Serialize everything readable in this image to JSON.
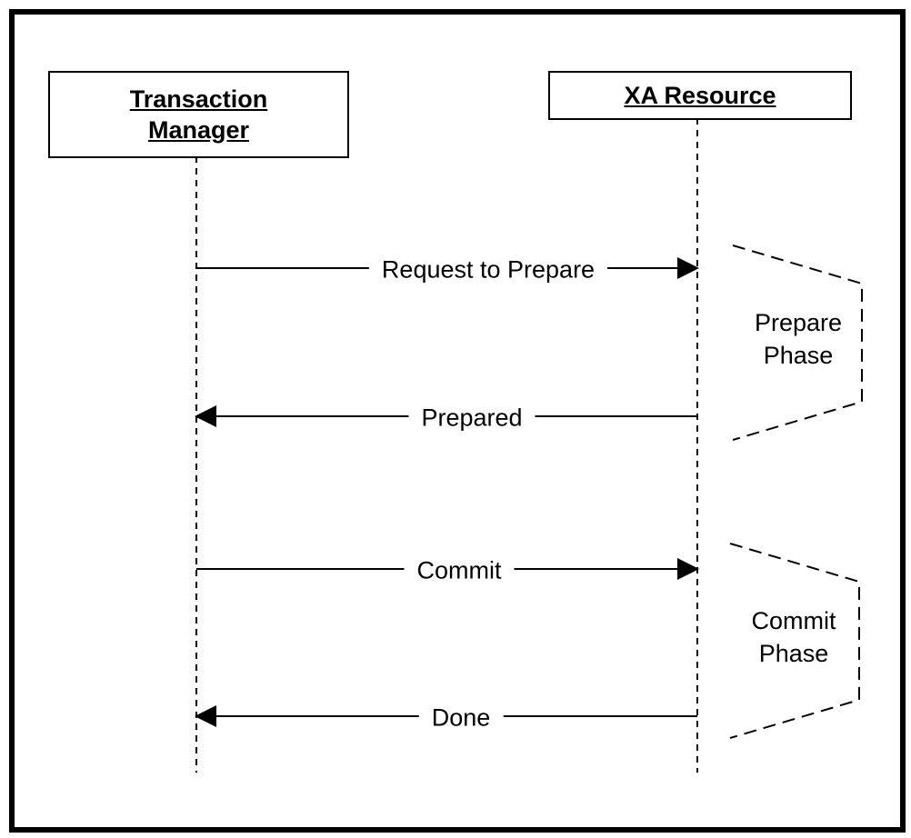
{
  "participants": {
    "transaction_manager": {
      "line1": "Transaction",
      "line2": "Manager"
    },
    "xa_resource": {
      "label": "XA Resource"
    }
  },
  "messages": [
    {
      "label": "Request to Prepare",
      "from": "transaction_manager",
      "to": "xa_resource"
    },
    {
      "label": "Prepared",
      "from": "xa_resource",
      "to": "transaction_manager"
    },
    {
      "label": "Commit",
      "from": "transaction_manager",
      "to": "xa_resource"
    },
    {
      "label": "Done",
      "from": "xa_resource",
      "to": "transaction_manager"
    }
  ],
  "phases": [
    {
      "line1": "Prepare",
      "line2": "Phase"
    },
    {
      "line1": "Commit",
      "line2": "Phase"
    }
  ],
  "colors": {
    "line": "#000000",
    "background": "#ffffff"
  }
}
